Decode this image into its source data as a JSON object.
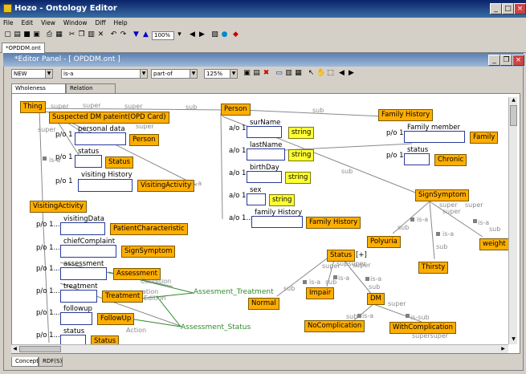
{
  "window": {
    "title": "Hozo - Ontology Editor"
  },
  "menu": [
    "File",
    "Edit",
    "View",
    "Window",
    "Diff",
    "Help"
  ],
  "toolbar": {
    "zoom": "100%"
  },
  "doc_tab": "*OPDDM.ont",
  "panel": {
    "title": "*Editor Panel - [ OPDDM.ont ]",
    "new_label": "NEW",
    "relation1": "is-a",
    "relation2": "part-of",
    "zoom": "125%"
  },
  "subtabs": [
    "Wholeness Concept",
    "Relation Concept"
  ],
  "bottom_tabs": [
    "Concepts",
    "RDF(S)"
  ],
  "nodes": {
    "thing": "Thing",
    "suspected": "Suspected DM pateint(OPD Card)",
    "person": "Person",
    "person2": "Person",
    "status": "Status",
    "visiting_activity": "VisitingActivity",
    "visiting_activity_left": "VisitingActivity",
    "family_history": "Family History",
    "family_history2": "Family History",
    "family": "Family",
    "chronic": "Chronic",
    "sign_symptom": "SignSymptom",
    "polyuria": "Polyuria",
    "weight": "weight l",
    "thirsty": "Thirsty",
    "patient_char": "PatientCharacteristic",
    "sign_symptom2": "SignSymptom",
    "assessment": "Assessment",
    "treatment": "Treatment",
    "followup": "FollowUp",
    "status_bottom": "Status",
    "status_center": "Status",
    "normal": "Normal",
    "impair": "Impair",
    "dm": "DM",
    "nocomp": "NoComplication",
    "withcomp": "WithComplication",
    "expand": "[+]"
  },
  "strings": [
    "string",
    "string",
    "string",
    "string"
  ],
  "slots": {
    "personal_data": "personal data",
    "status": "status",
    "visiting_history": "visiting History",
    "surname": "surName",
    "lastname": "lastName",
    "birthday": "birthDay",
    "sex": "sex",
    "family_history": "family History",
    "family_member": "Family  member",
    "fam_status": "status",
    "visiting_data": "visitingData",
    "chief_complaint": "chiefComplaint",
    "assessment": "assessment",
    "treatment": "treatment",
    "followup": "followup",
    "status_b": "status"
  },
  "card": {
    "p01": "p/o 1",
    "a01": "a/o 1",
    "a01dots": "a/o 1...",
    "p01dots": "p/o 1..."
  },
  "edge_labels": {
    "super": "super",
    "sub": "sub",
    "isa": "is-a",
    "condition": "Condition",
    "action": "Action",
    "edition": "Edition",
    "ation": "ation",
    "supsuper": "supsuper",
    "issub": "is-sub",
    "supersuper": "supersuper"
  },
  "green": {
    "assess_treat": "Assesment_Treatment",
    "assess_status": "Assessment_Status"
  }
}
